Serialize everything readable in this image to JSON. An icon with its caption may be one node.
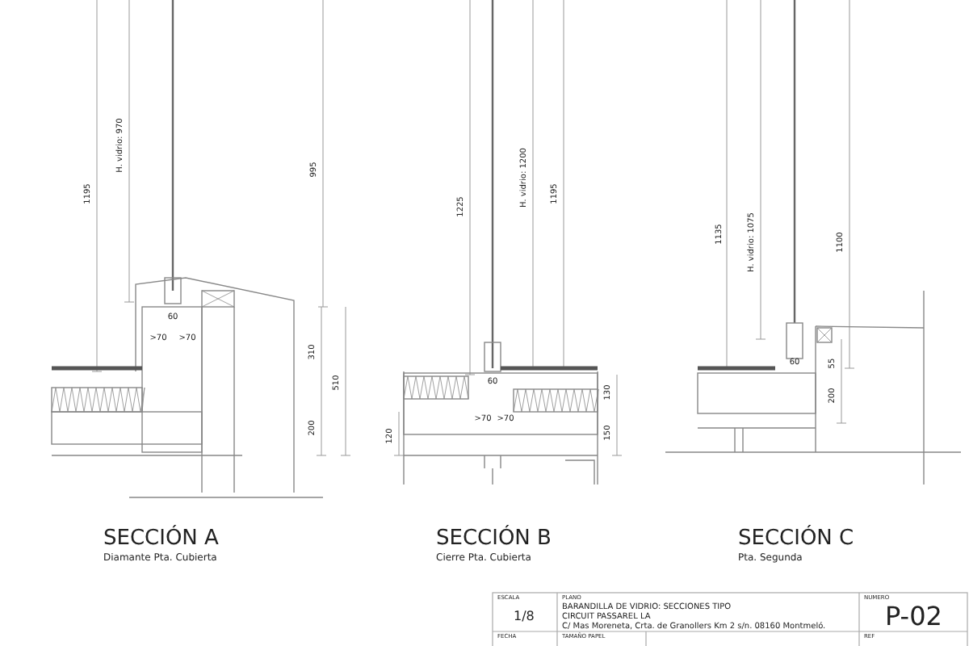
{
  "diagram": {
    "labels": [
      "1195",
      "H. vidrio: 970",
      "995",
      "60",
      ">70",
      ">70",
      "310",
      "510",
      "200",
      "1225",
      "H. vidrio: 1200",
      "1195",
      "60",
      ">70",
      ">70",
      "130",
      "120",
      "150",
      "1135",
      "H. vidrio: 1075",
      "1100",
      "60",
      "55",
      "200",
      "SECCIÓN A",
      "Diamante Pta. Cubierta",
      "SECCIÓN B",
      "Cierre Pta. Cubierta",
      "SECCIÓN C",
      "Pta. Segunda",
      "ESCALA",
      "1/8",
      "PLANO",
      "BARANDILLA DE VIDRIO: SECCIONES TIPO",
      "CIRCUIT PASSAREL LA",
      "C/ Mas Moreneta, Crta. de Granollers Km 2 s/n. 08160 Montmeló.",
      "NUMERO",
      "P-02",
      "FECHA",
      "TAMAÑO PAPEL",
      "REF"
    ]
  }
}
